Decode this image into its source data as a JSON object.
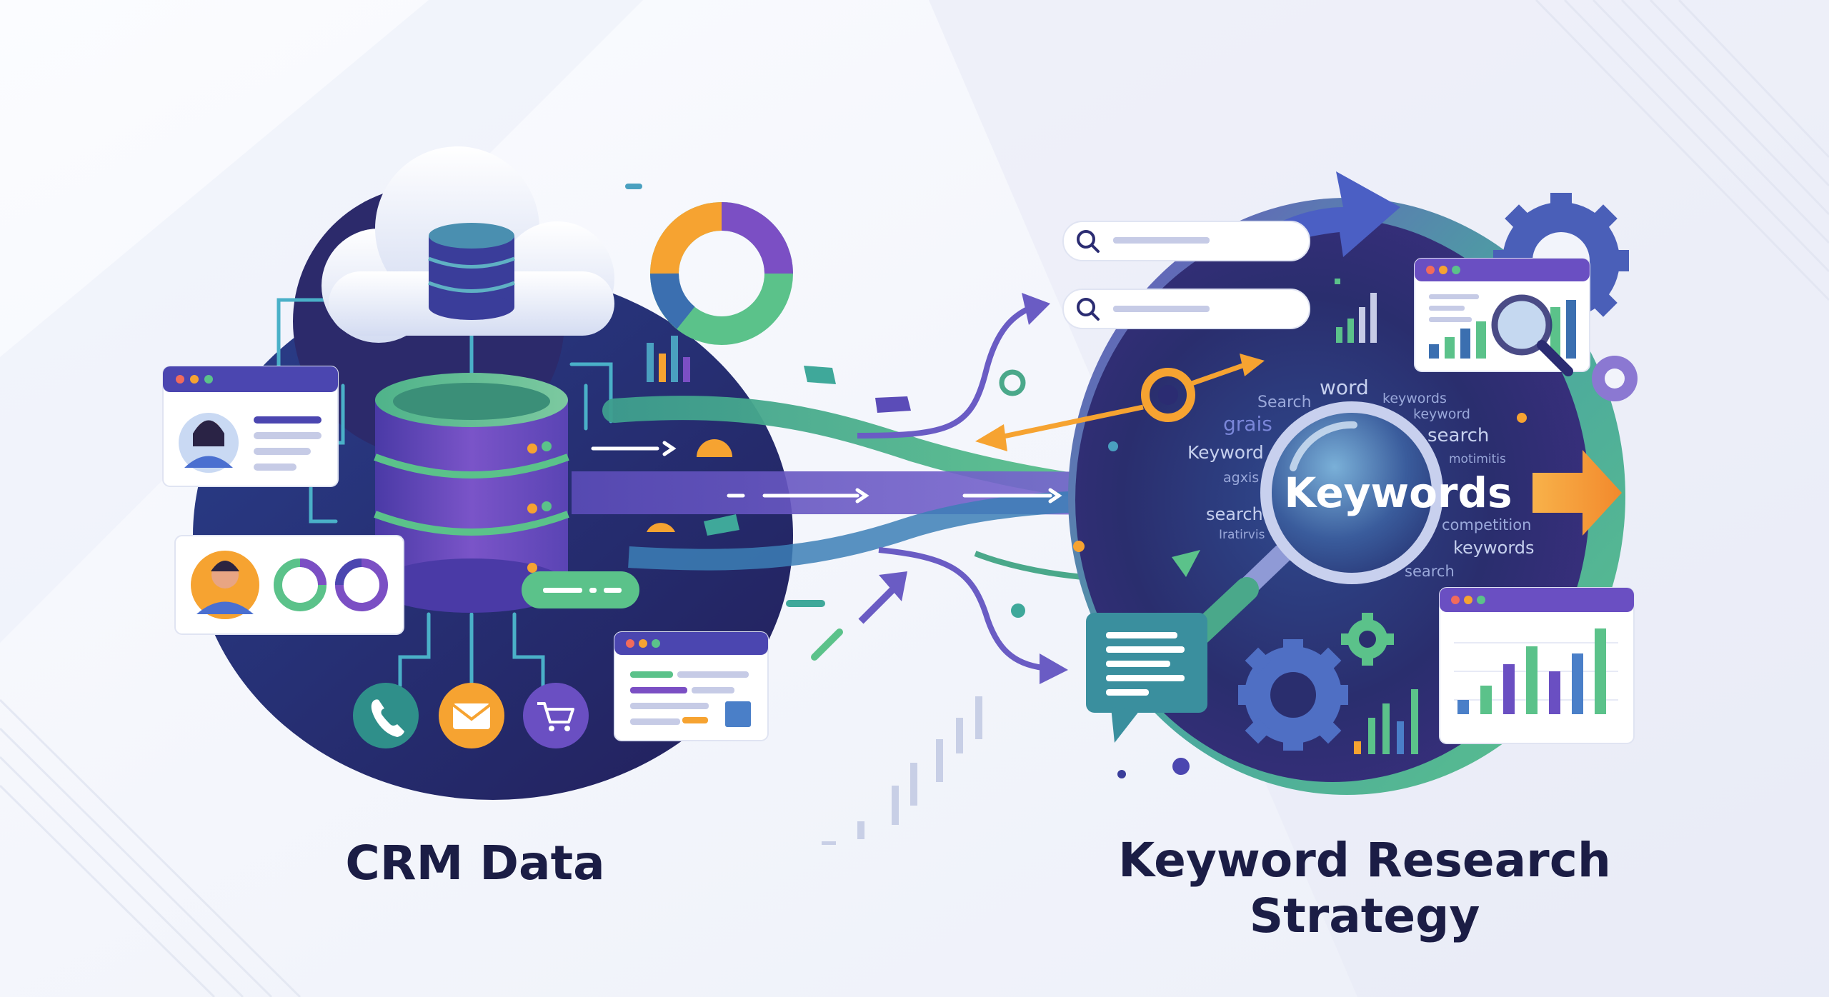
{
  "labels": {
    "left_caption": "CRM Data",
    "right_caption_line1": "Keyword Research",
    "right_caption_line2": "Strategy"
  },
  "keyword_cloud": {
    "center_word": "Keywords",
    "words": [
      "Search",
      "word",
      "keywords",
      "keyword",
      "grais",
      "Keyword",
      "search",
      "motimitis",
      "agxis",
      "search",
      "competition",
      "Iratirvis",
      "keywords",
      "search"
    ]
  },
  "icons": {
    "left_cluster": [
      "cloud-icon",
      "database-icon",
      "phone-icon",
      "mail-icon",
      "cart-icon",
      "user-avatar-icon",
      "donut-chart-icon"
    ],
    "right_cluster": [
      "search-icon",
      "magnifier-icon",
      "gear-icon",
      "bar-chart-icon",
      "chat-icon",
      "arrow-icon"
    ]
  },
  "colors": {
    "navy": "#2b2c72",
    "purple": "#7b4fc4",
    "green": "#5bc28a",
    "teal": "#2c9a9a",
    "orange": "#f6a331",
    "text": "#1b1d45"
  }
}
